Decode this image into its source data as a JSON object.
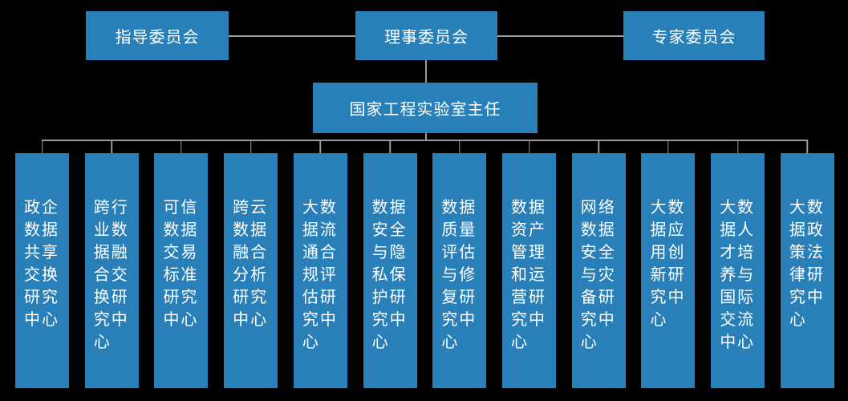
{
  "colors": {
    "box_blue": "#2980b9",
    "connector_gray": "#999999",
    "background": "#000000",
    "box_text": "#ffffff"
  },
  "top_row": {
    "guidance_committee": "指导委员会",
    "council_committee": "理事委员会",
    "expert_committee": "专家委员会"
  },
  "director": {
    "label": "国家工程实验室主任"
  },
  "centers": [
    "政企数据共享交换研究中心",
    "跨行业数据融合交换研究中心",
    "可信数据交易标准研究中心",
    "跨云数据融合分析研究中心",
    "大数据流通合规评估研究中心",
    "数据安全与隐私保护研究中心",
    "数据质量评估与修复研究中心",
    "数据资产管理和运营研究中心",
    "网络数据安全与灾备研究中心",
    "大数据应用创新研究中心",
    "大数据人才培养与国际交流中心",
    "大数据政策法律研究中心"
  ]
}
